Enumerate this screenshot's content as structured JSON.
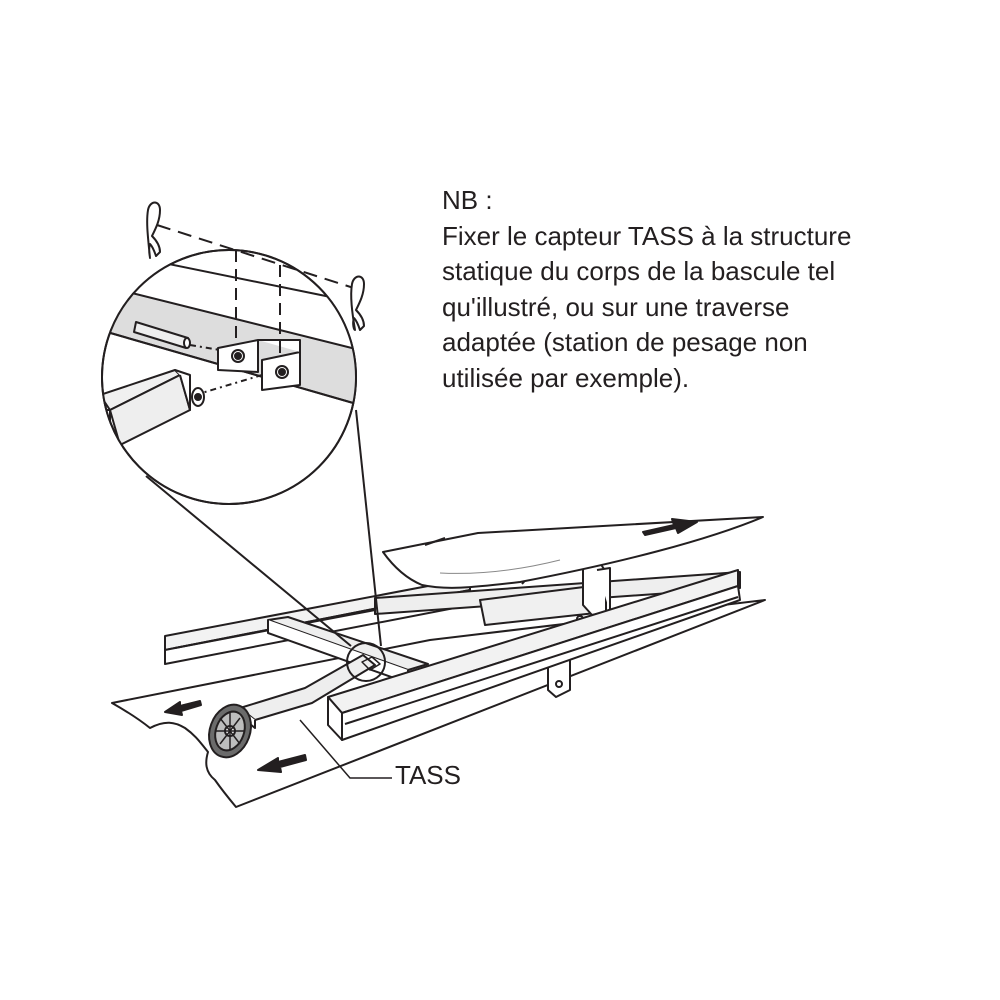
{
  "note": {
    "heading": "NB :",
    "lines": [
      "Fixer le capteur TASS à la structure",
      "statique du corps de la bascule tel",
      "qu'illustré, ou sur une traverse",
      "adaptée (station de pesage non",
      "utilisée par exemple)."
    ]
  },
  "callout": {
    "label": "TASS"
  },
  "colors": {
    "ink": "#231f20",
    "panel": "#dddddd",
    "paper": "#ffffff"
  }
}
